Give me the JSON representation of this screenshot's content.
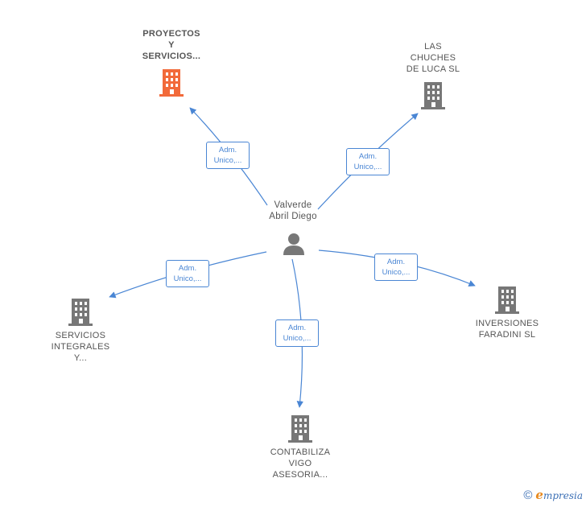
{
  "person": {
    "name": "Valverde\nAbril Diego",
    "icon": "person-icon"
  },
  "companies": [
    {
      "id": "proyectos",
      "label": "PROYECTOS\nY\nSERVICIOS...",
      "color": "#f26a3a",
      "highlight": true,
      "role": "Adm.\nUnico,..."
    },
    {
      "id": "chuches",
      "label": "LAS\nCHUCHES\nDE LUCA SL",
      "color": "#777777",
      "highlight": false,
      "role": "Adm.\nUnico,..."
    },
    {
      "id": "integrales",
      "label": "SERVICIOS\nINTEGRALES\nY...",
      "color": "#777777",
      "highlight": false,
      "role": "Adm.\nUnico,..."
    },
    {
      "id": "faradini",
      "label": "INVERSIONES\nFARADINI  SL",
      "color": "#777777",
      "highlight": false,
      "role": "Adm.\nUnico,..."
    },
    {
      "id": "contabiliza",
      "label": "CONTABILIZA\nVIGO\nASESORIA...",
      "color": "#777777",
      "highlight": false,
      "role": "Adm.\nUnico,..."
    }
  ],
  "colors": {
    "edge": "#4a86d4",
    "building": "#777777",
    "building_highlight": "#f26a3a",
    "person": "#777777"
  },
  "footer": {
    "copyright": "©",
    "brand_initial": "e",
    "brand_rest": "mpresia"
  }
}
